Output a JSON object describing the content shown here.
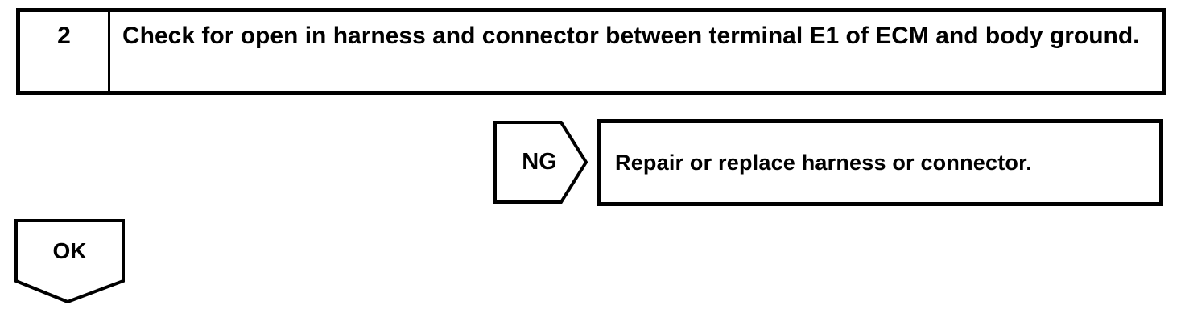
{
  "page": {
    "background": "#ffffff",
    "ink_color": "#000000"
  },
  "flowchart": {
    "step": {
      "number": "2",
      "instruction": "Check for open in harness and connector between terminal E1 of ECM and body ground."
    },
    "ng_branch": {
      "label": "NG",
      "action": "Repair or replace harness or connector."
    },
    "ok_branch": {
      "label": "OK"
    }
  }
}
